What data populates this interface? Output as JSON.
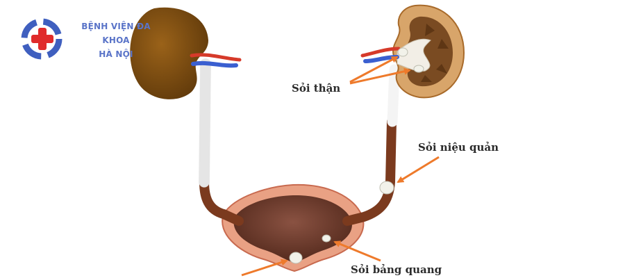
{
  "brand": {
    "line1": "BỆNH VIỆN ĐA KHOA",
    "line2": "HÀ NỘI",
    "colors": {
      "text": "#5a74c8",
      "cross": "#e02b2b",
      "ring": "#3f5fbf"
    }
  },
  "labels": {
    "kidney_stone": "Sỏi thận",
    "ureter_stone": "Sỏi niệu quản",
    "bladder_stone": "Sỏi bảng quang"
  },
  "colors": {
    "kidney": "#7a4b10",
    "ureter_upper": "#f4f4f4",
    "ureter_lower": "#7b3a1e",
    "bladder_outer": "#e9a184",
    "bladder_inner": "#6e3a2a",
    "arrow": "#ee7a2b",
    "stone": "#f2f2ea",
    "artery": "#d63a2a",
    "vein": "#3a5fd0"
  }
}
